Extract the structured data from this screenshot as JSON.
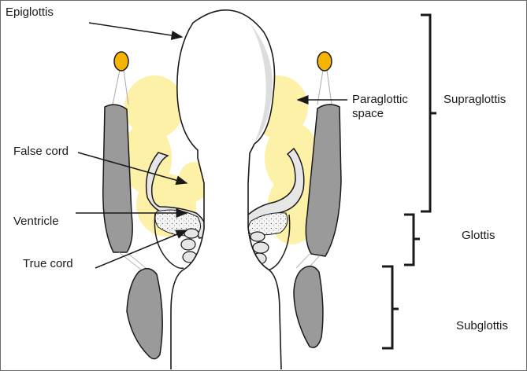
{
  "labels": {
    "epiglottis": "Epiglottis",
    "false_cord": "False cord",
    "ventricle": "Ventricle",
    "true_cord": "True cord",
    "paraglottic_line1": "Paraglottic",
    "paraglottic_line2": "space",
    "supraglottis": "Supraglottis",
    "glottis": "Glottis",
    "subglottis": "Subglottis"
  },
  "colors": {
    "outline": "#1a1a1a",
    "cartilage_gray": "#9a9a9a",
    "paraglottic_yellow": "#fdf1a8",
    "arytenoid_orange": "#f5b400",
    "fold_fill": "#e6e6e6"
  }
}
